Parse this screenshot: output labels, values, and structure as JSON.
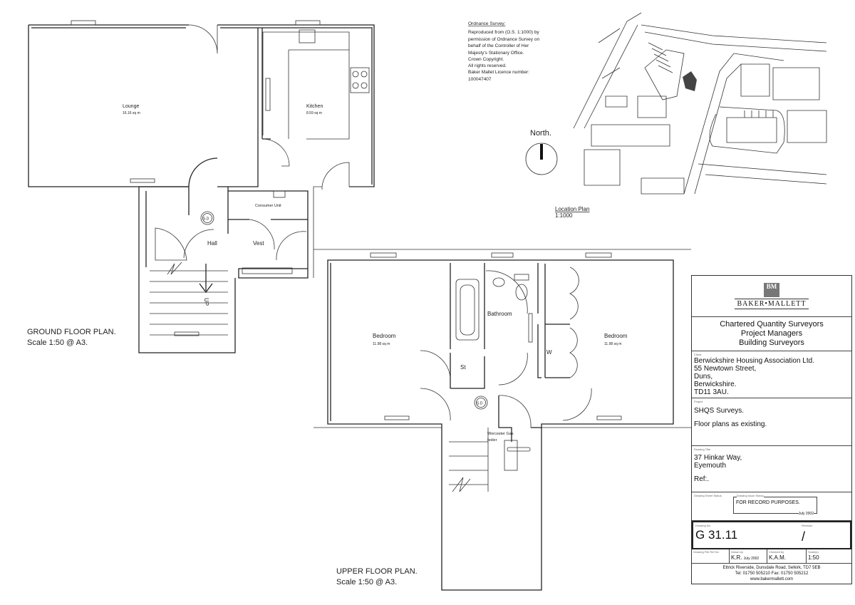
{
  "ordnance_survey": {
    "heading": "Ordnance Survey:",
    "lines": [
      "Reproduced from (O.S. 1:1000) by",
      "permission of Ordnance Survey on",
      "behalf of the Controller of Her",
      "Majesty's Stationary Office.",
      "Crown Copyright.",
      "All rights reserved.",
      "Baker Mallet Licence number:",
      "100047407"
    ]
  },
  "north_label": "North.",
  "location_plan": {
    "title": "Location Plan",
    "scale": "1:1000"
  },
  "ground_floor": {
    "title": "GROUND FLOOR  PLAN.",
    "scale": "Scale 1:50 @ A3.",
    "rooms": {
      "lounge": {
        "name": "Lounge",
        "area": "16.16 sq m"
      },
      "kitchen": {
        "name": "Kitchen",
        "area": "8.59 sq m"
      },
      "hall": "Hall",
      "vest": "Vest",
      "consumer_unit": "Consumer Unit",
      "smoke_detector": "S.D",
      "stairs_up": "UP"
    }
  },
  "upper_floor": {
    "title": "UPPER FLOOR  PLAN.",
    "scale": "Scale 1:50 @ A3.",
    "rooms": {
      "bedroom1": {
        "name": "Bedroom",
        "area": "11.98 sq m"
      },
      "bedroom2": {
        "name": "Bedroom",
        "area": "11.98 sq m"
      },
      "bathroom": "Bathroom",
      "store": "St",
      "wardrobe": "W",
      "smoke_detector": "S.D",
      "boiler": [
        "Worcester Gas",
        "boiler"
      ]
    }
  },
  "title_block": {
    "logo_letters": "BM",
    "company": "BAKER•MALLETT",
    "services": [
      "Chartered Quantity Surveyors",
      "Project Managers",
      "Building Surveyors"
    ],
    "client_label": "Client",
    "client": [
      "Berwickshire Housing Association Ltd.",
      "55 Newtown Street,",
      "Duns,",
      "Berwickshire.",
      "TD11 3AU."
    ],
    "project_label": "Project",
    "project": [
      "SHQS Surveys.",
      "Floor plans as existing."
    ],
    "drawing_title_label": "Drawing Title",
    "drawing_title": [
      "37 Hinkar Way,",
      "Eyemouth"
    ],
    "ref": "Ref:.",
    "sheet_status_label": "Drawing Sheet Status",
    "issue_status_label": "Drawing Issue Status",
    "issue_status": "FOR RECORD PURPOSES.",
    "issue_date": "July 2002",
    "drawing_no_label": "Drawing No",
    "drawing_no": "G 31.11",
    "revision_label": "Revision",
    "revision": "/",
    "file_ref_label": "Drawing File Ref No",
    "drawn_by_label": "Drawn by",
    "drawn_by": "K.R.",
    "drawn_date": "July 2002",
    "checked_by_label": "Checked by",
    "checked_by": "K.A.M.",
    "scale_label": "Scale(s)",
    "scale": "1:50",
    "address": "Ettrick Riverside, Dunsdale Road, Selkirk, TD7 5EB",
    "phone": "Tel:  01750 505210    Fax:  01750 505212",
    "web": "www.bakermallett.com"
  }
}
